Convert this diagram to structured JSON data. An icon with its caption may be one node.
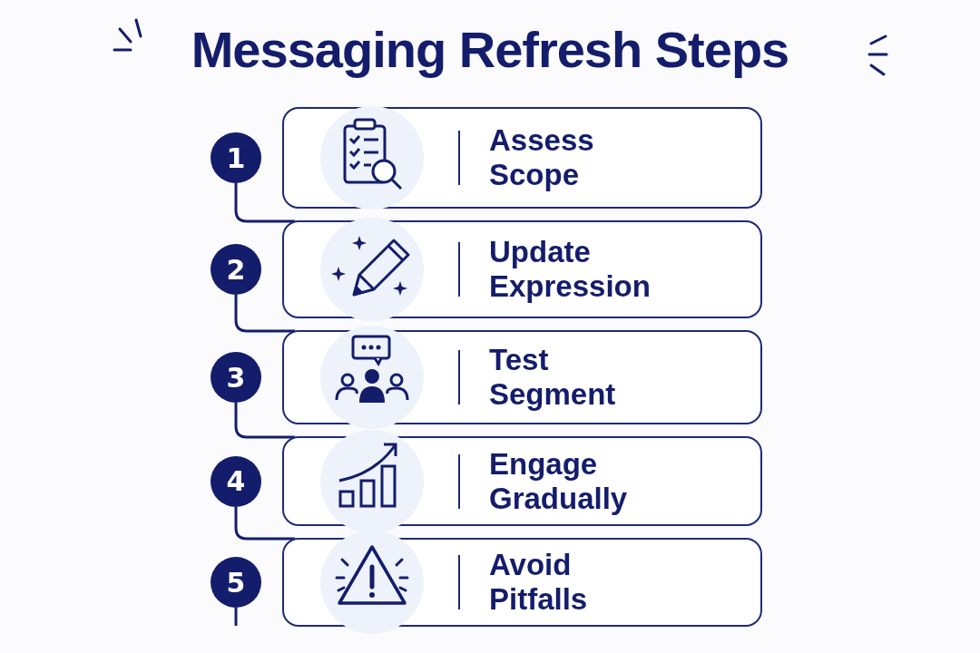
{
  "diagram": {
    "title": "Messaging Refresh Steps",
    "nodes": [
      {
        "text": [
          "1"
        ]
      },
      {
        "text": [
          "Assess Scope"
        ]
      },
      {
        "text": [
          "2"
        ]
      },
      {
        "text": [
          "Update Expression"
        ]
      },
      {
        "text": [
          "3"
        ]
      },
      {
        "text": [
          "Test Segment"
        ]
      },
      {
        "text": [
          "4"
        ]
      },
      {
        "text": [
          "Engage Gradually"
        ]
      },
      {
        "text": [
          "5"
        ]
      },
      {
        "text": [
          "Avoid Pitfalls"
        ]
      }
    ],
    "edges": [
      {
        "from": 0,
        "to": 3,
        "arrow": "none"
      },
      {
        "from": 2,
        "to": 5,
        "arrow": "none"
      },
      {
        "from": 4,
        "to": 7,
        "arrow": "none"
      },
      {
        "from": 6,
        "to": 9,
        "arrow": "none"
      },
      {
        "from": 8,
        "to": null,
        "arrow": "none"
      }
    ]
  }
}
